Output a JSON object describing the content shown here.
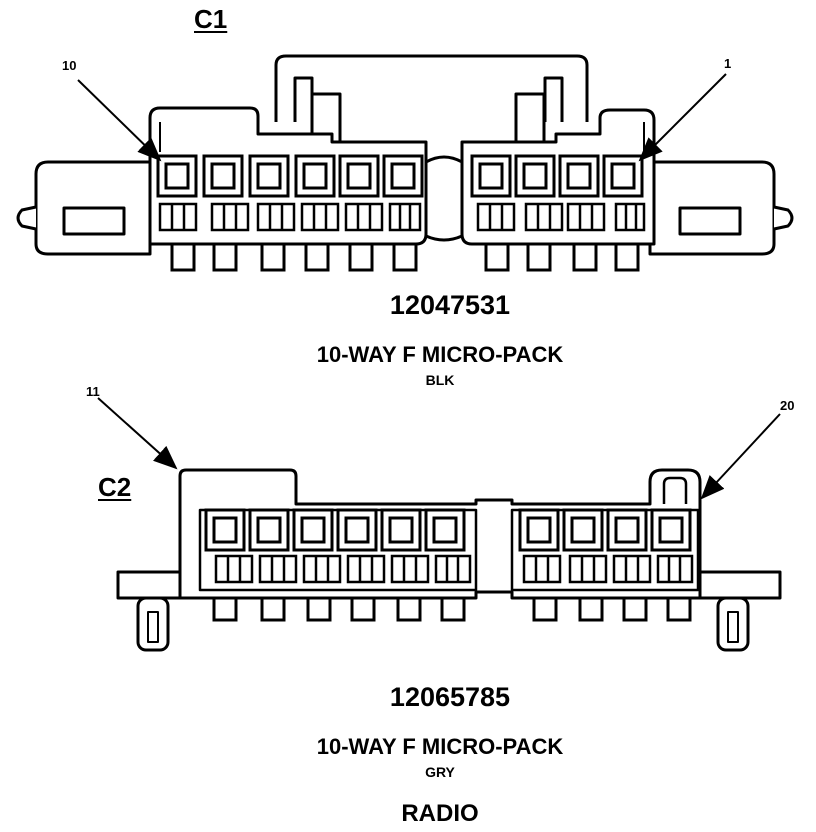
{
  "connectors": [
    {
      "title": "C1",
      "pin_start": "10",
      "pin_end": "1",
      "part_number": "12047531",
      "description": "10-WAY F MICRO-PACK",
      "color": "BLK"
    },
    {
      "title": "C2",
      "pin_start": "11",
      "pin_end": "20",
      "part_number": "12065785",
      "description": "10-WAY F MICRO-PACK",
      "color": "GRY"
    }
  ],
  "device": "RADIO"
}
